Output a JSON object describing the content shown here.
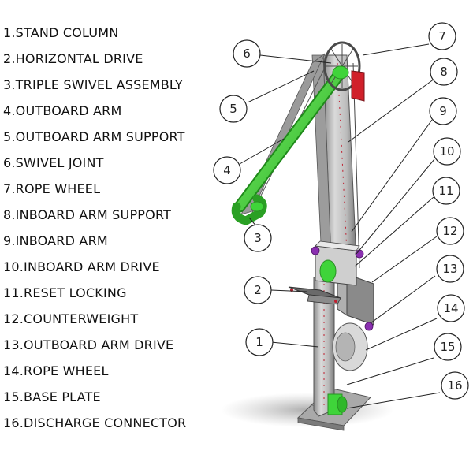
{
  "legend": [
    "1.STAND COLUMN",
    "2.HORIZONTAL DRIVE",
    "3.TRIPLE SWIVEL ASSEMBLY",
    "4.OUTBOARD ARM",
    "5.OUTBOARD ARM SUPPORT",
    "6.SWIVEL JOINT",
    "7.ROPE WHEEL",
    "8.INBOARD ARM SUPPORT",
    "9.INBOARD ARM",
    "10.INBOARD ARM DRIVE",
    "11.RESET LOCKING",
    "12.COUNTERWEIGHT",
    "13.OUTBOARD ARM DRIVE",
    "14.ROPE WHEEL",
    "15.BASE PLATE",
    "16.DISCHARGE CONNECTOR"
  ],
  "callouts": [
    "1",
    "2",
    "3",
    "4",
    "5",
    "6",
    "7",
    "8",
    "9",
    "10",
    "11",
    "12",
    "13",
    "14",
    "15",
    "16"
  ],
  "colors": {
    "arm_green": "#3fd43a",
    "steel_light": "#e4e4e4",
    "steel_mid": "#bdbdbd",
    "steel_dark": "#6f6f6f",
    "accent_red": "#c8202a",
    "accent_purple": "#8a2fb0"
  }
}
